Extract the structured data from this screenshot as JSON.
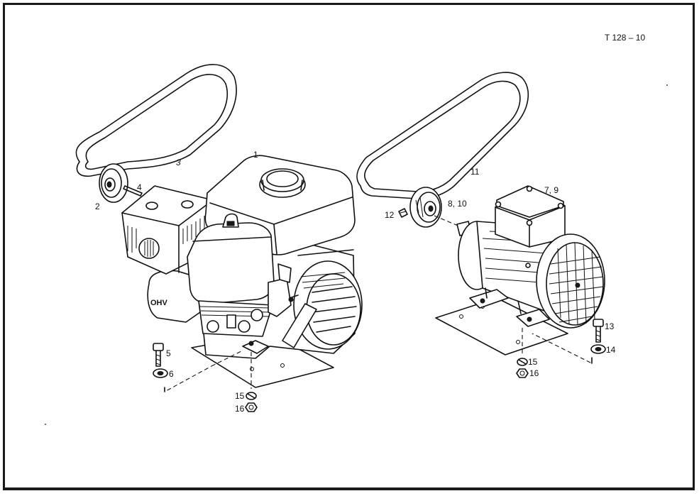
{
  "reference": "T 128 – 10",
  "callouts": {
    "c1": "1",
    "c2": "2",
    "c3": "3",
    "c4": "4",
    "c5": "5",
    "c6": "6",
    "c7_9": "7, 9",
    "c8_10": "8, 10",
    "c11": "11",
    "c12": "12",
    "c13": "13",
    "c14": "14",
    "c15a": "15",
    "c16a": "16",
    "c15b": "15",
    "c16b": "16"
  }
}
